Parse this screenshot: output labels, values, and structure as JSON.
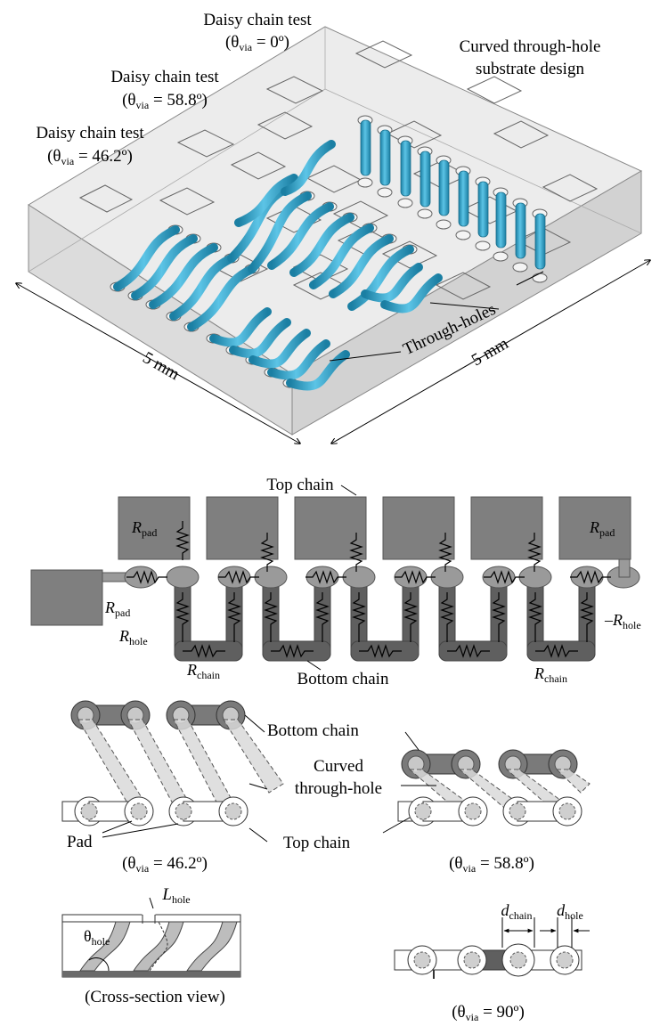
{
  "panel_a": {
    "title_line1": "Curved through-hole",
    "title_line2": "substrate design",
    "daisy": [
      {
        "line1": "Daisy chain test",
        "theta": "θ",
        "sub": "via",
        "value": " = 0º)"
      },
      {
        "line1": "Daisy chain test",
        "theta": "θ",
        "sub": "via",
        "value": " = 58.8º)"
      },
      {
        "line1": "Daisy chain test",
        "theta": "θ",
        "sub": "via",
        "value": " = 46.2º)"
      }
    ],
    "through_holes_label": "Through-holes",
    "dim_left": "5 mm",
    "dim_right": "5 mm"
  },
  "panel_b": {
    "top_chain": "Top chain",
    "bottom_chain": "Bottom chain",
    "r_pad": "R",
    "r_pad_sub": "pad",
    "r_hole": "R",
    "r_hole_sub": "hole",
    "r_chain": "R",
    "r_chain_sub": "chain"
  },
  "panel_c": {
    "bottom_chain": "Bottom chain",
    "curved_line1": "Curved",
    "curved_line2": "through-hole",
    "pad": "Pad",
    "top_chain": "Top chain",
    "theta_left": "46.2º)",
    "theta_right": "58.8º)",
    "theta_prefix": "(θ",
    "theta_sub": "via",
    "theta_eq": " = "
  },
  "panel_d": {
    "l_hole": "L",
    "l_hole_sub": "hole",
    "theta_hole": "θ",
    "theta_hole_sub": "hole",
    "cross_section": "(Cross-section view)",
    "d_chain": "d",
    "d_chain_sub": "chain",
    "d_hole": "d",
    "d_hole_sub": "hole",
    "theta_90": "90º)"
  },
  "colors": {
    "via_blue": "#2aa7d0",
    "pad_dark": "#7a7a7a",
    "pad_mid": "#a9a9a9",
    "hole_fill": "#d4d4d4",
    "slab": "#e2e2e2"
  }
}
